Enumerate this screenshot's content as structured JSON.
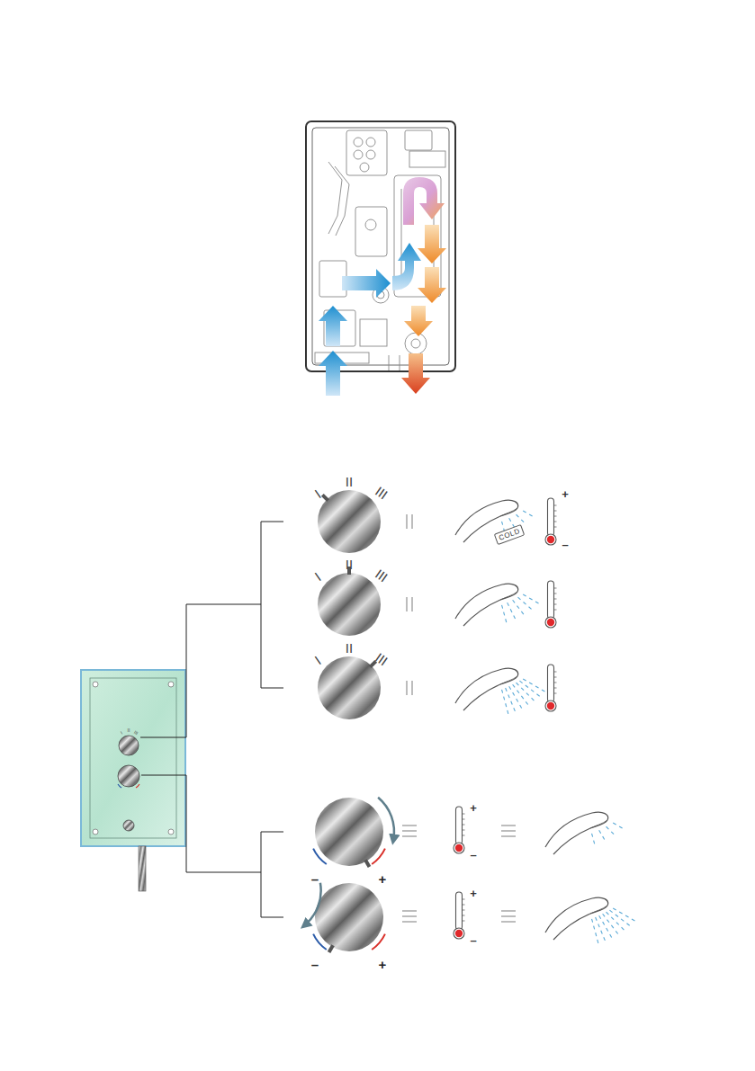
{
  "diagram": {
    "nodes": [
      {
        "text": [
          "COLD"
        ]
      }
    ],
    "labels": [
      "I",
      "II",
      "III",
      "I",
      "II",
      "III",
      "I",
      "II",
      "III",
      "I",
      "II",
      "III",
      "+",
      "–",
      "–",
      "+",
      "+",
      "–",
      "–",
      "+",
      "+",
      "–"
    ]
  }
}
